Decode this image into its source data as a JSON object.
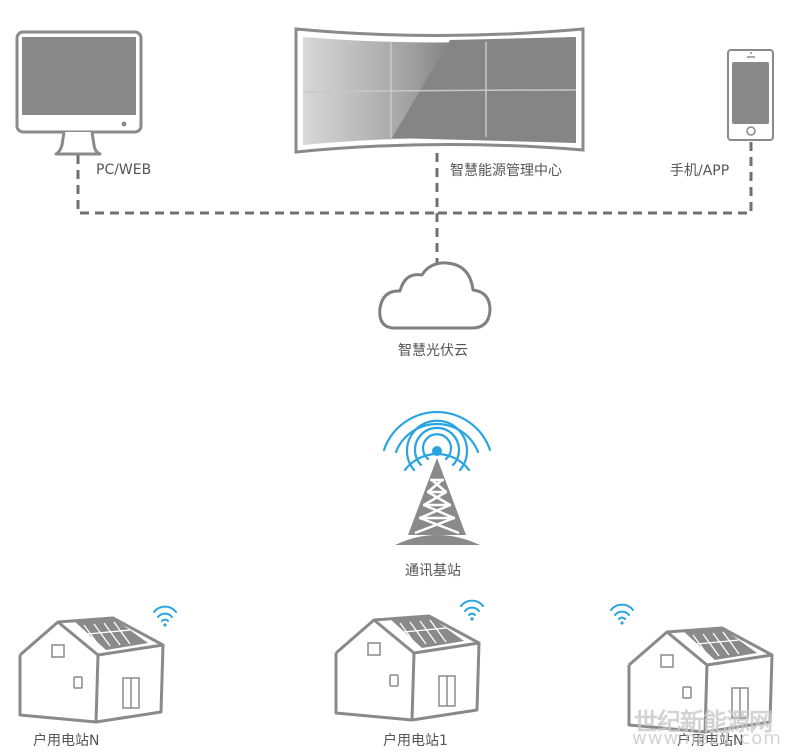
{
  "diagram": {
    "title": "智慧光伏云系统架构",
    "colors": {
      "line": "#707070",
      "device": "#8a8a8a",
      "signal": "#2aa4e0",
      "text": "#555555"
    },
    "nodes": {
      "pc": {
        "label": "PC/WEB",
        "icon": "desktop-monitor-icon"
      },
      "center": {
        "label": "智慧能源管理中心",
        "icon": "video-wall-icon"
      },
      "mobile": {
        "label": "手机/APP",
        "icon": "smartphone-icon"
      },
      "cloud": {
        "label": "智慧光伏云",
        "icon": "cloud-icon"
      },
      "tower": {
        "label": "通讯基站",
        "icon": "cell-tower-icon"
      },
      "stations": [
        {
          "label": "户用电站N",
          "icon": "solar-house-icon"
        },
        {
          "label": "户用电站1",
          "icon": "solar-house-icon"
        },
        {
          "label": "户用电站N",
          "icon": "solar-house-icon"
        }
      ]
    },
    "connections": [
      {
        "from": "pc",
        "to": "cloud",
        "style": "dashed"
      },
      {
        "from": "center",
        "to": "cloud",
        "style": "dashed"
      },
      {
        "from": "mobile",
        "to": "cloud",
        "style": "dashed"
      }
    ],
    "watermark": {
      "line1": "世纪新能源网",
      "line2": "www.ne21.com"
    }
  }
}
